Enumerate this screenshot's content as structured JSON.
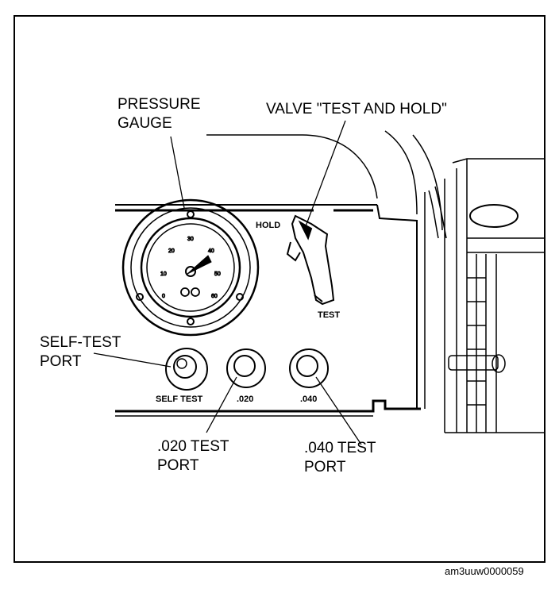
{
  "callouts": {
    "pressure_gauge": [
      "PRESSURE",
      "GAUGE"
    ],
    "valve": "VALVE \"TEST AND HOLD\"",
    "self_test_port": [
      "SELF-TEST",
      "PORT"
    ],
    "port_020": [
      ".020 TEST",
      "PORT"
    ],
    "port_040": [
      ".040 TEST",
      "PORT"
    ]
  },
  "panel_labels": {
    "hold": "HOLD",
    "test": "TEST",
    "self_test": "SELF TEST",
    "p020": ".020",
    "p040": ".040"
  },
  "gauge_scale": [
    "0",
    "10",
    "20",
    "30",
    "40",
    "50",
    "60"
  ],
  "figure_id": "am3uuw0000059"
}
